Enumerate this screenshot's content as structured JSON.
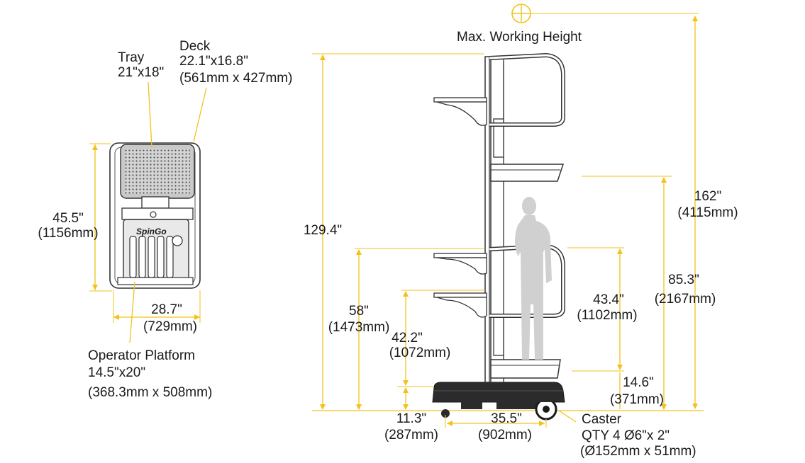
{
  "labels": {
    "tray_title": "Tray",
    "tray_size": "21\"x18\"",
    "deck_title": "Deck",
    "deck_size_in": "22.1\"x16.8\"",
    "deck_size_mm": "(561mm x 427mm)",
    "max_working_height": "Max. Working Height",
    "depth_in": "45.5\"",
    "depth_mm": "(1156mm)",
    "width_in": "28.7\"",
    "width_mm": "(729mm)",
    "platform_title": "Operator Platform",
    "platform_size_in": "14.5\"x20\"",
    "platform_size_mm": "(368.3mm x 508mm)",
    "overall_height_in": "129.4\"",
    "height_162_in": "162\"",
    "height_162_mm": "(4115mm)",
    "height_85_in": "85.3\"",
    "height_85_mm": "(2167mm)",
    "height_58_in": "58\"",
    "height_58_mm": "(1473mm)",
    "height_43_in": "43.4\"",
    "height_43_mm": "(1102mm)",
    "height_42_in": "42.2\"",
    "height_42_mm": "(1072mm)",
    "height_14_in": "14.6\"",
    "height_14_mm": "(371mm)",
    "height_11_in": "11.3\"",
    "height_11_mm": "(287mm)",
    "wheelbase_in": "35.5\"",
    "wheelbase_mm": "(902mm)",
    "caster_title": "Caster",
    "caster_qty": "QTY 4 Ø6\"x 2\"",
    "caster_mm": "(Ø152mm x 51mm)",
    "brand_logo": "SpinGo"
  },
  "icons": {
    "target": "crosshair-target-icon",
    "person": "human-silhouette-icon"
  },
  "colors": {
    "dimension": "#f2c21b",
    "outline": "#333333",
    "silhouette": "#d0d0d0"
  }
}
